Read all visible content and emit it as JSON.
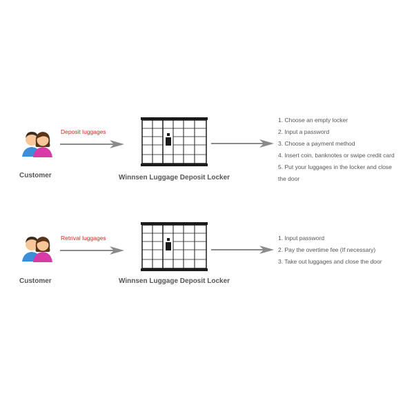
{
  "rows": [
    {
      "customer_label": "Customer",
      "action_label": "Deposit luggages",
      "locker_caption": "Winnsen Luggage Deposit Locker",
      "steps": [
        "1. Choose an empty locker",
        "2. Input a password",
        "3. Choose a payment method",
        "4. Insert coin, banknotes or swipe credit card",
        "5. Put your luggages in the locker and close",
        "the door"
      ]
    },
    {
      "customer_label": "Customer",
      "action_label": "Retrival luggages",
      "locker_caption": "Winnsen Luggage Deposit Locker",
      "steps": [
        "1. Input password",
        "2. Pay the overtime fee (If necessary)",
        "3. Take out luggages and close the door"
      ]
    }
  ],
  "colors": {
    "action_text": "#e02020",
    "caption_text": "#555555",
    "arrow": "#8a8a8a",
    "locker": "#1a1a1a",
    "person_male_shirt": "#3b8ed8",
    "person_female_shirt": "#d83aa8",
    "skin": "#f7c79a",
    "male_hair": "#3a2a20",
    "female_hair": "#5a3418"
  },
  "icons": [
    "customer-icon",
    "locker-icon",
    "arrow-icon"
  ]
}
